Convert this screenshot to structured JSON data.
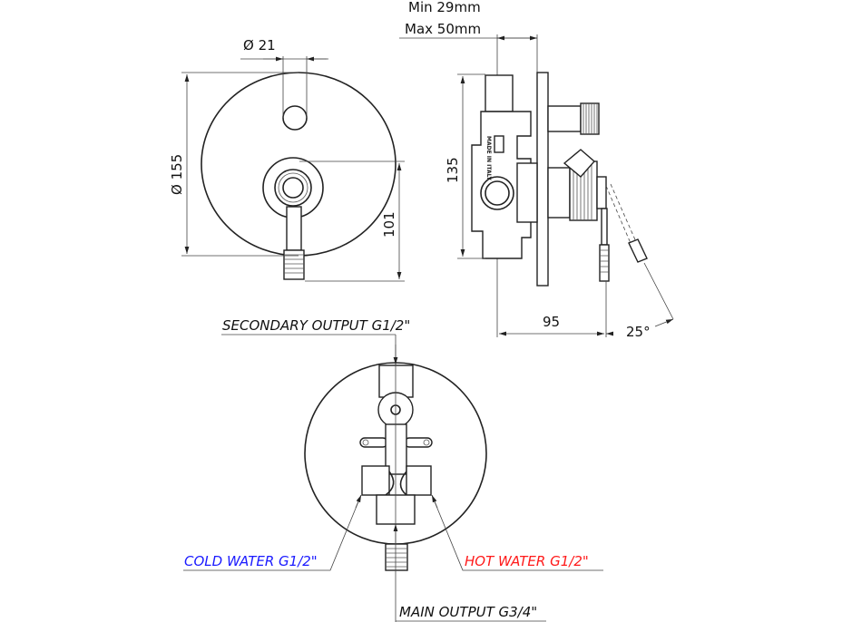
{
  "front_view": {
    "diameter_label": "Ø 155",
    "hole_label": "Ø 21",
    "height_label": "101"
  },
  "side_view": {
    "min_depth": "Min 29mm",
    "max_depth": "Max 50mm",
    "height_label": "135",
    "projection_label": "95",
    "angle_label": "25°",
    "body_marking": "MADE IN ITALY"
  },
  "rear_view": {
    "secondary_output": "SECONDARY OUTPUT G1/2\"",
    "cold_water": "COLD WATER G1/2\"",
    "hot_water": "HOT WATER G1/2\"",
    "main_output": "MAIN OUTPUT G3/4\""
  },
  "colors": {
    "cold": "#1a1aff",
    "hot": "#ff1a1a",
    "line": "#222222"
  }
}
